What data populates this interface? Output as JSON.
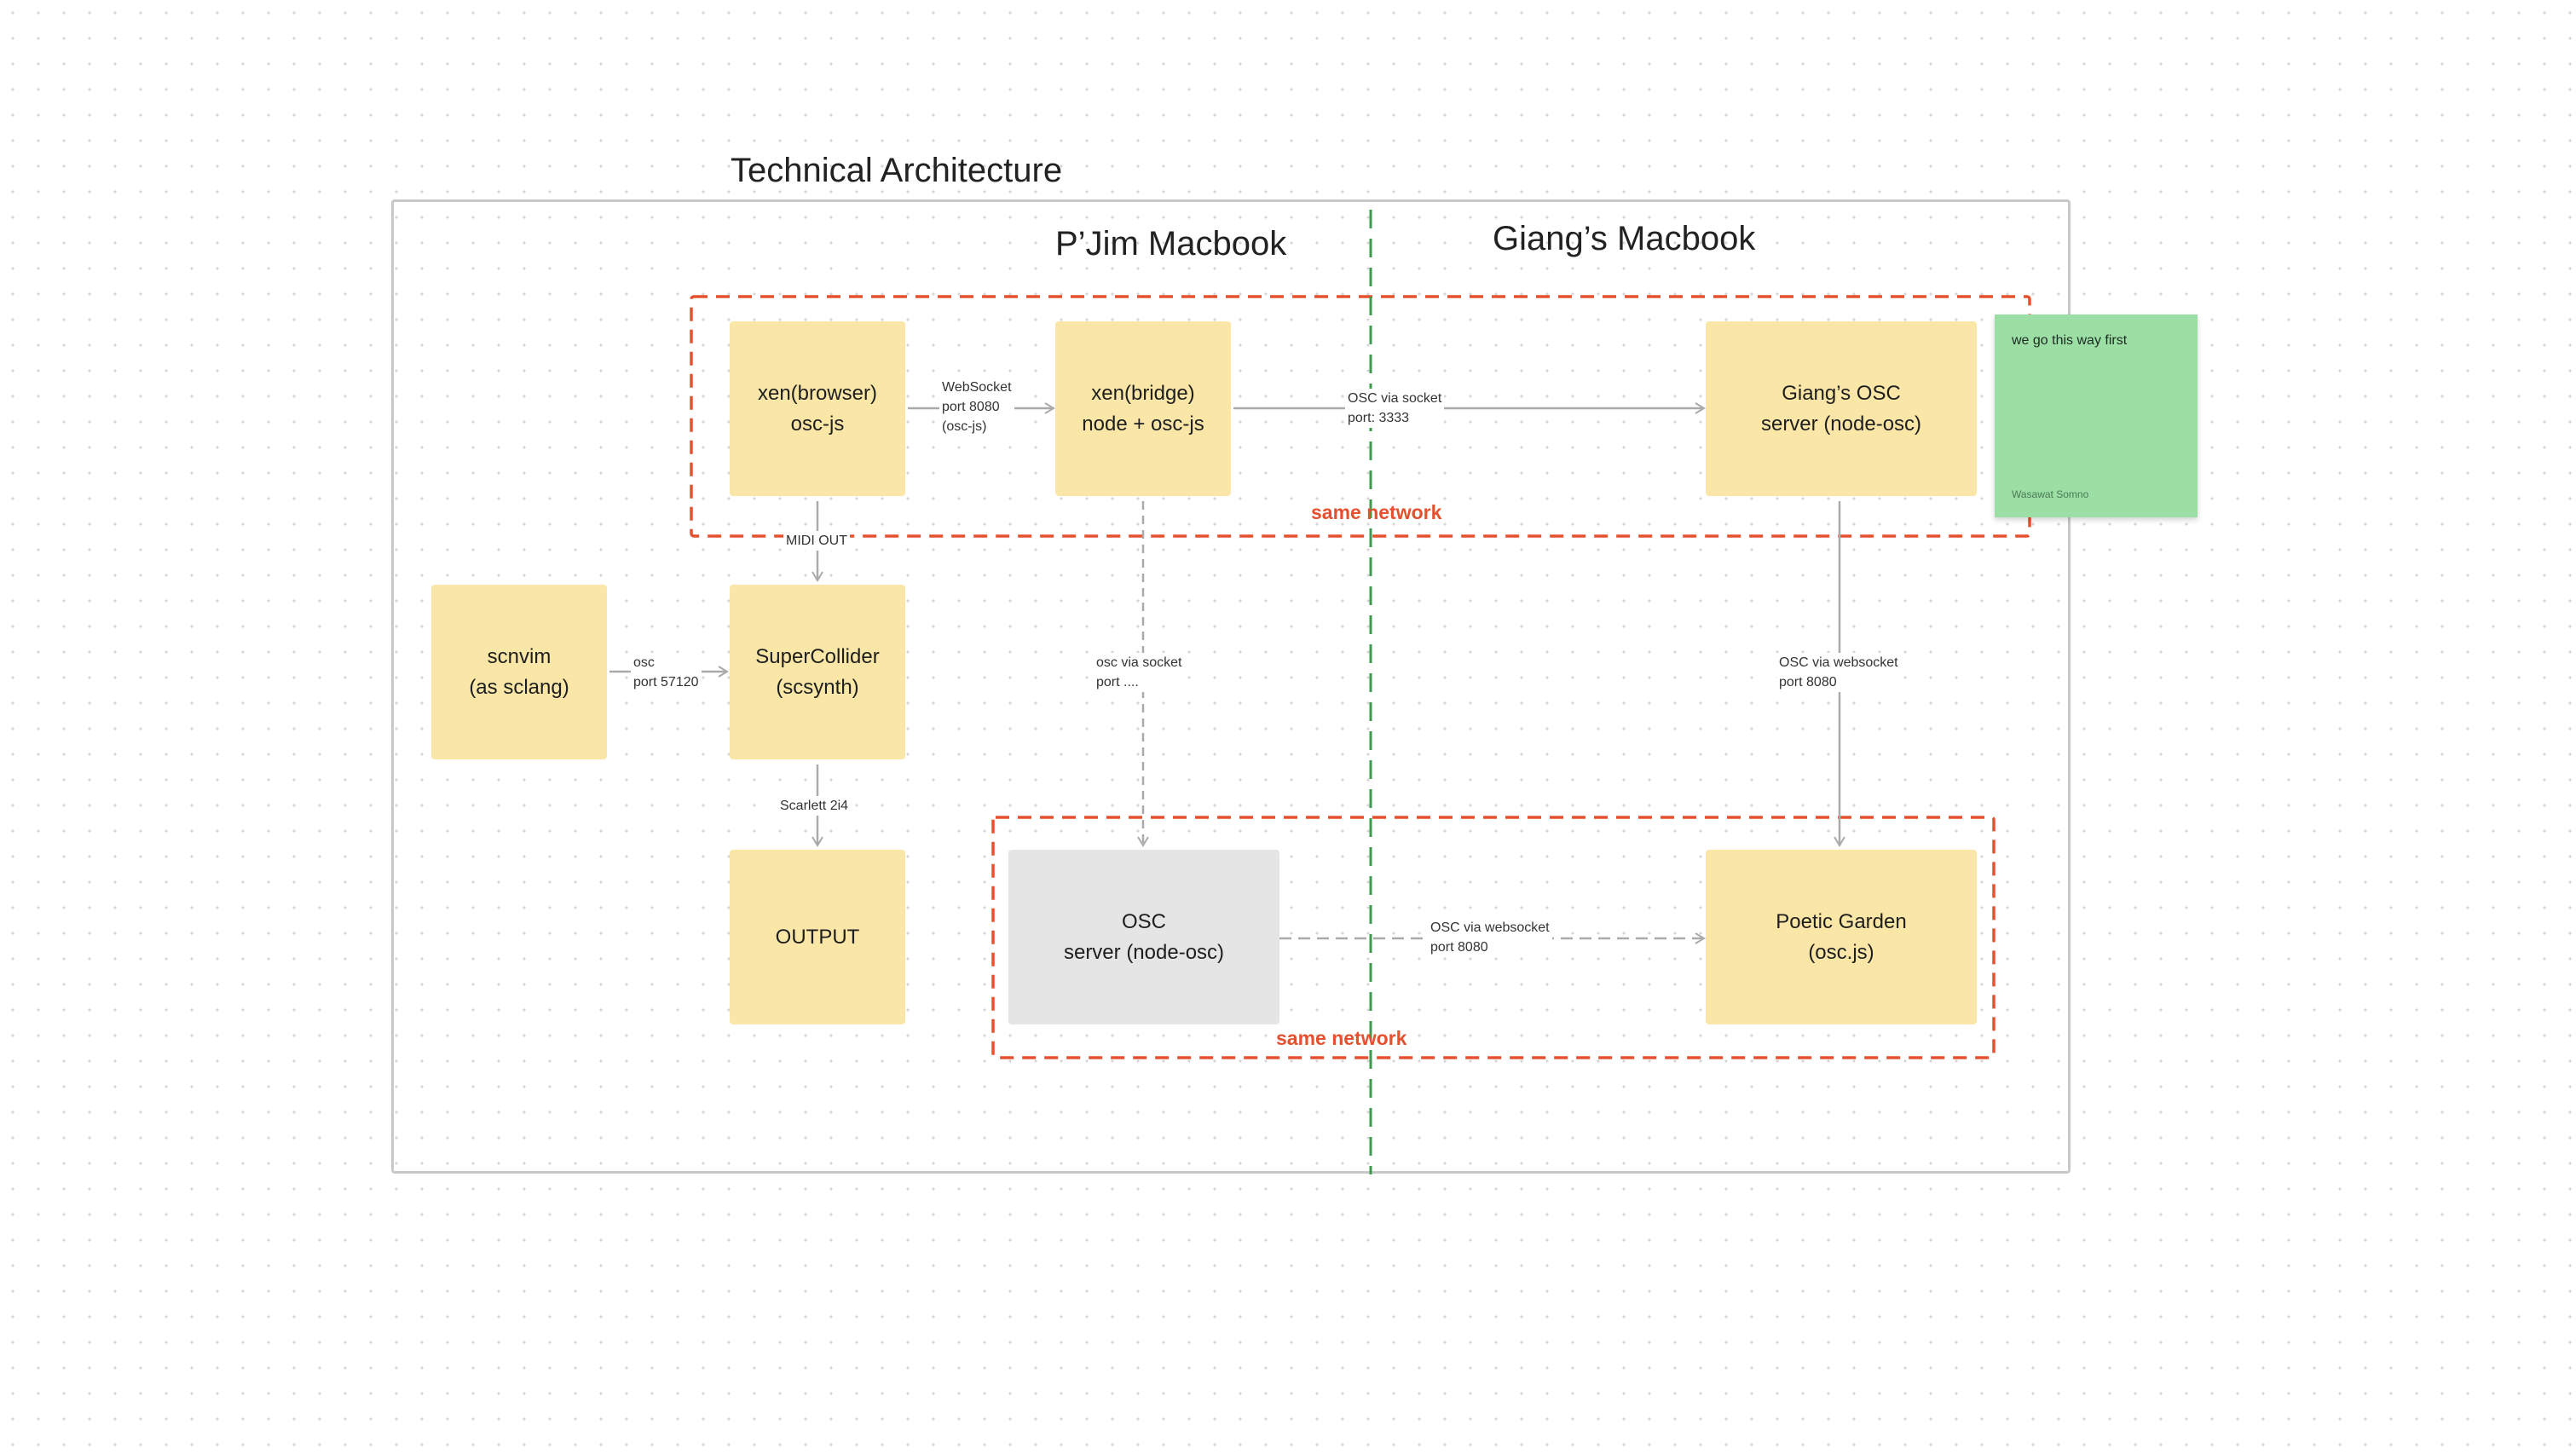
{
  "board": {
    "title": "Technical Architecture",
    "sections": {
      "left": "P’Jim Macbook",
      "right": "Giang’s Macbook"
    }
  },
  "nodes": {
    "xen_browser": "xen(browser)\nosc-js",
    "xen_bridge": "xen(bridge)\nnode + osc-js",
    "giang_osc_server": "Giang’s OSC\nserver (node-osc)",
    "scnvim": "scnvim\n(as sclang)",
    "supercollider": "SuperCollider\n(scsynth)",
    "output": "OUTPUT",
    "osc_server": "OSC\nserver (node-osc)",
    "poetic_garden": "Poetic Garden\n(osc.js)"
  },
  "edges": {
    "websocket": "WebSocket\nport 8080\n(osc-js)",
    "osc_socket_3333": "OSC via socket\nport: 3333",
    "midi_out": "MIDI OUT",
    "osc_57120": "osc\nport 57120",
    "osc_socket_port": "osc via socket\nport ....",
    "osc_websocket_8080_vertical": "OSC via websocket\nport 8080",
    "scarlett": "Scarlett 2i4",
    "osc_websocket_8080_horizontal": "OSC via websocket\nport 8080"
  },
  "networks": {
    "top": "same network",
    "bottom": "same network"
  },
  "sticky_note": {
    "text": "we go this way first",
    "author": "Wasawat Somno"
  },
  "colors": {
    "node_fill": "#fae7a8",
    "gray_node_fill": "#e5e5e5",
    "network_border": "#e5502f",
    "divider": "#3d9a4e",
    "sticky_fill": "#9bdfa5",
    "frame_border": "#c8c8c8",
    "connector": "#aaaaaa"
  }
}
